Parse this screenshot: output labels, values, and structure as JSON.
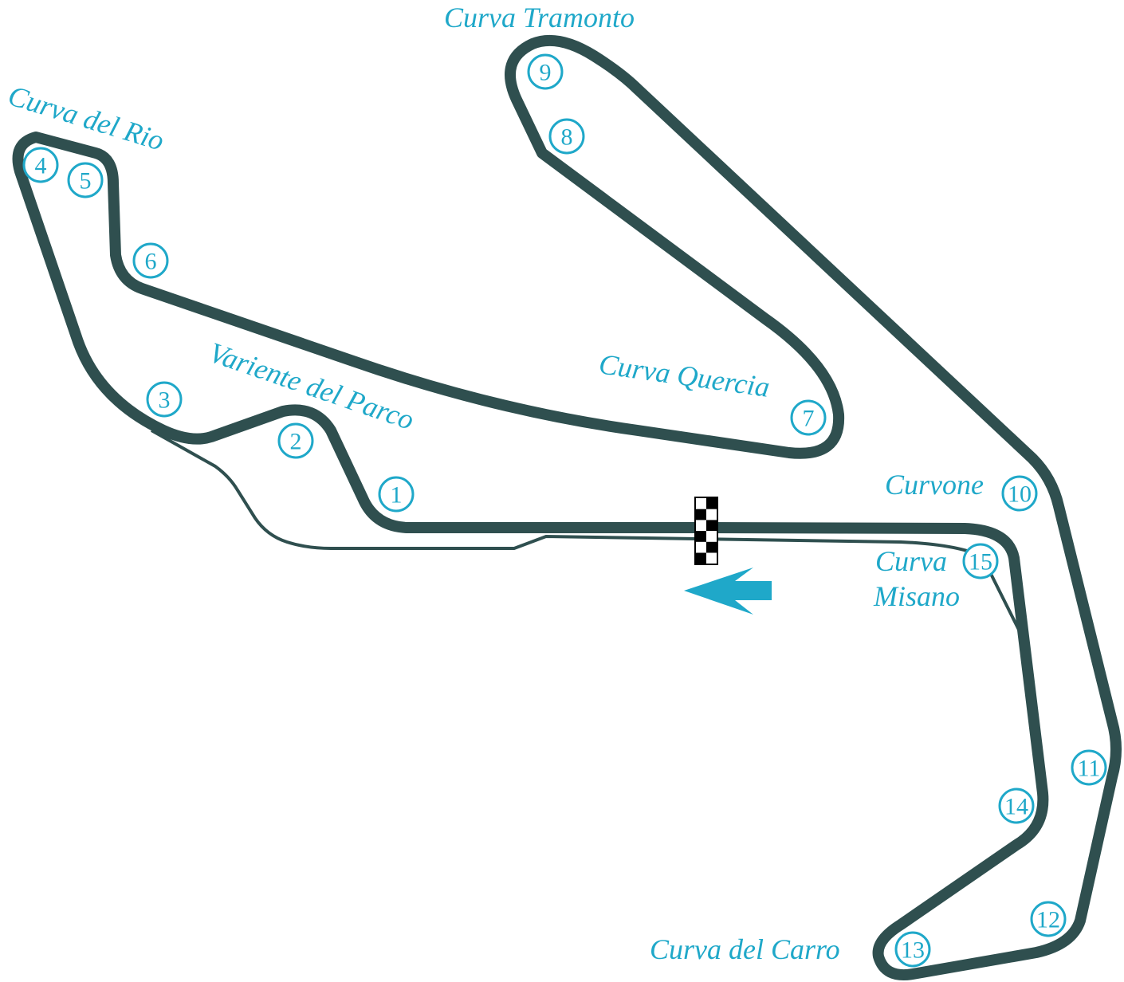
{
  "colors": {
    "track": "#2f4f4f",
    "accent": "#1fa8c9",
    "flag": "#000000"
  },
  "labels": {
    "tramonto": "Curva Tramonto",
    "rio": "Curva del Rio",
    "parco": "Variente del Parco",
    "quercia": "Curva Quercia",
    "curvone": "Curvone",
    "misano_1": "Curva",
    "misano_2": "Misano",
    "carro": "Curva del Carro"
  },
  "turns": [
    "1",
    "2",
    "3",
    "4",
    "5",
    "6",
    "7",
    "8",
    "9",
    "10",
    "11",
    "12",
    "13",
    "14",
    "15"
  ],
  "icons": {
    "start_finish": "checkered-flag-icon",
    "direction": "arrow-left-icon"
  }
}
